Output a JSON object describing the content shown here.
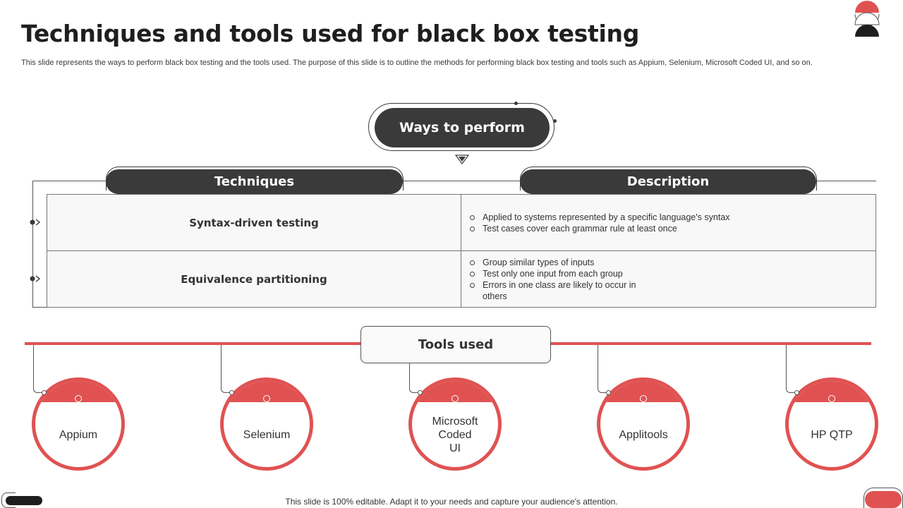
{
  "slide": {
    "title": "Techniques and tools used for black box testing",
    "subtitle": "This slide represents the ways to perform black box testing and the tools used. The purpose of this slide is to outline the methods for performing black box testing and tools such as Appium, Selenium, Microsoft Coded UI, and so on.",
    "footer": "This slide is 100% editable. Adapt it to your needs and capture your audience's attention."
  },
  "ways": {
    "label": "Ways to perform"
  },
  "table": {
    "headers": {
      "techniques": "Techniques",
      "description": "Description"
    },
    "rows": [
      {
        "technique": "Syntax-driven testing",
        "bullets": [
          "Applied to systems represented  by a specific language's  syntax",
          "Test cases cover  each grammar rule at least once"
        ]
      },
      {
        "technique": "Equivalence partitioning",
        "bullets": [
          "Group similar types of inputs",
          "Test only one input from  each group",
          "Errors in one class are likely to occur in others"
        ]
      }
    ]
  },
  "tools": {
    "label": "Tools used",
    "items": [
      {
        "name": "Appium"
      },
      {
        "name": "Selenium"
      },
      {
        "name": "Microsoft Coded UI"
      },
      {
        "name": "Applitools"
      },
      {
        "name": "HP QTP"
      }
    ]
  },
  "colors": {
    "accent": "#e05252",
    "dark": "#3a3a3a"
  }
}
